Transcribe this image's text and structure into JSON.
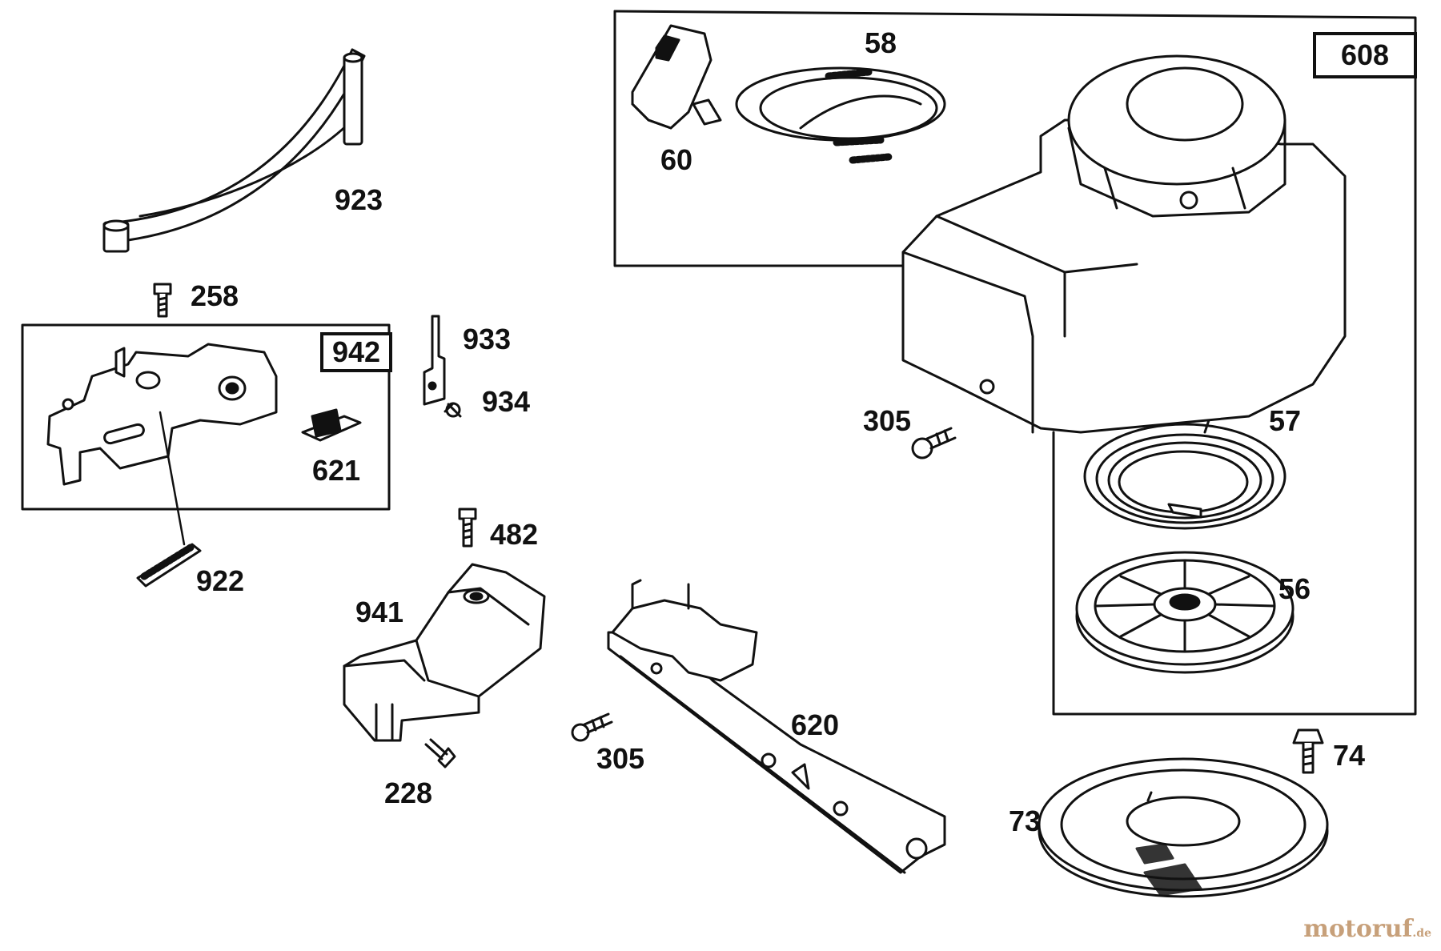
{
  "diagram": {
    "groups": [
      {
        "id": "608",
        "label": "608"
      },
      {
        "id": "942",
        "label": "942"
      }
    ],
    "parts": [
      {
        "id": "923",
        "label": "923",
        "icon": "governor-spring-link-icon"
      },
      {
        "id": "258",
        "label": "258",
        "icon": "screw-icon"
      },
      {
        "id": "621",
        "label": "621",
        "icon": "clip-icon"
      },
      {
        "id": "922",
        "label": "922",
        "icon": "spring-icon"
      },
      {
        "id": "933",
        "label": "933",
        "icon": "bracket-icon"
      },
      {
        "id": "934",
        "label": "934",
        "icon": "screw-icon"
      },
      {
        "id": "482",
        "label": "482",
        "icon": "screw-icon"
      },
      {
        "id": "941",
        "label": "941",
        "icon": "cover-icon"
      },
      {
        "id": "228",
        "label": "228",
        "icon": "screw-icon"
      },
      {
        "id": "305a",
        "label": "305",
        "icon": "screw-icon"
      },
      {
        "id": "620",
        "label": "620",
        "icon": "control-plate-icon"
      },
      {
        "id": "60",
        "label": "60",
        "icon": "starter-handle-icon"
      },
      {
        "id": "58",
        "label": "58",
        "icon": "starter-rope-icon"
      },
      {
        "id": "305b",
        "label": "305",
        "icon": "screw-icon"
      },
      {
        "id": "57",
        "label": "57",
        "icon": "recoil-spring-icon"
      },
      {
        "id": "56",
        "label": "56",
        "icon": "pulley-icon"
      },
      {
        "id": "74",
        "label": "74",
        "icon": "screw-icon"
      },
      {
        "id": "73",
        "label": "73",
        "icon": "rotating-screen-icon"
      }
    ]
  },
  "watermark": {
    "brand": "motoruf",
    "tld": ".de"
  }
}
